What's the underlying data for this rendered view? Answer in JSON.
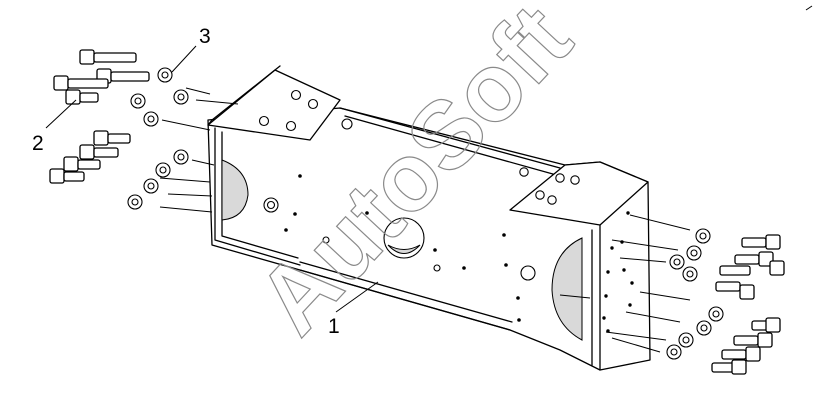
{
  "callouts": [
    {
      "label": "1"
    },
    {
      "label": "2"
    },
    {
      "label": "3"
    }
  ],
  "watermark": {
    "text": "AutoSoft"
  }
}
